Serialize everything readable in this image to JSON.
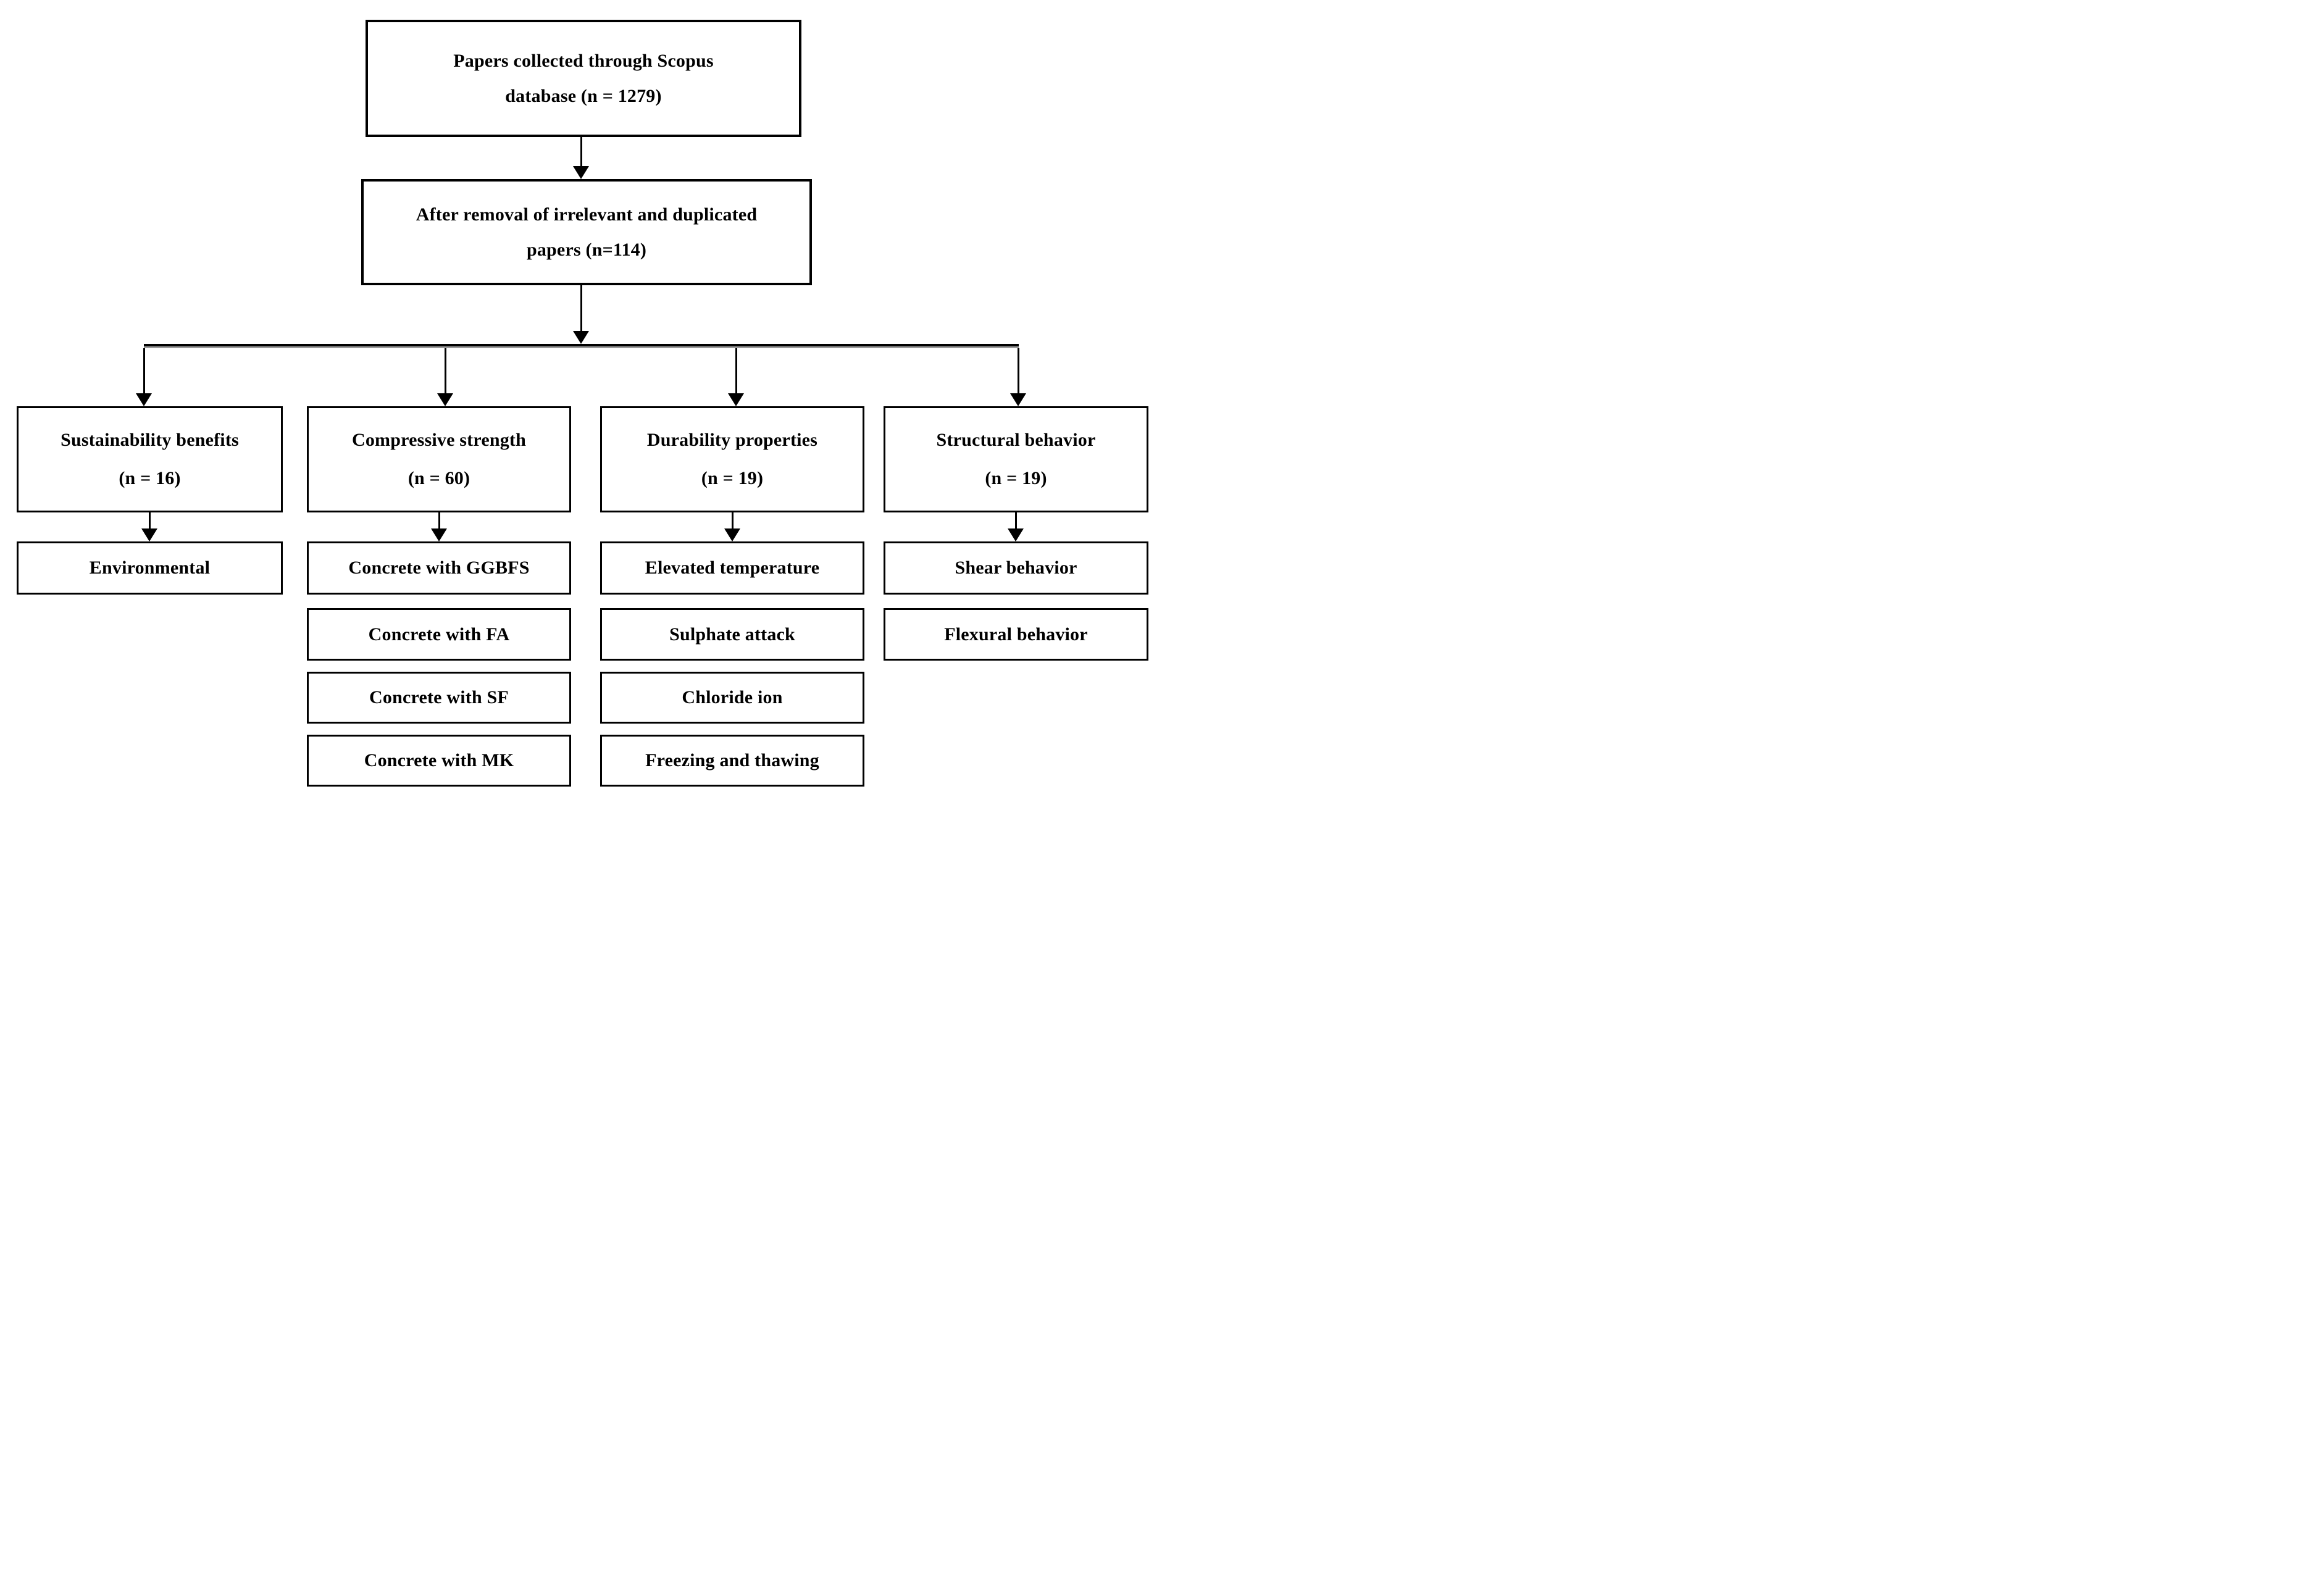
{
  "figure": {
    "background": "#ffffff",
    "line_color": "#000000",
    "connector_shadow": "#9a9a9a",
    "text_color": "#000000"
  },
  "nodes": {
    "collected": {
      "line1": "Papers collected through Scopus",
      "line2": "database (n = 1279)"
    },
    "filtered": {
      "line1": "After removal of irrelevant and duplicated",
      "line2": "papers (n=114)"
    }
  },
  "branches": [
    {
      "title": "Sustainability benefits",
      "count": "(n = 16)",
      "children": [
        "Environmental"
      ]
    },
    {
      "title": "Compressive strength",
      "count": "(n = 60)",
      "children": [
        "Concrete with GGBFS",
        "Concrete with FA",
        "Concrete with SF",
        "Concrete with MK"
      ]
    },
    {
      "title": "Durability properties",
      "count": "(n = 19)",
      "children": [
        "Elevated temperature",
        "Sulphate attack",
        "Chloride ion",
        "Freezing and thawing"
      ]
    },
    {
      "title": "Structural behavior",
      "count": "(n = 19)",
      "children": [
        "Shear behavior",
        "Flexural behavior"
      ]
    }
  ]
}
